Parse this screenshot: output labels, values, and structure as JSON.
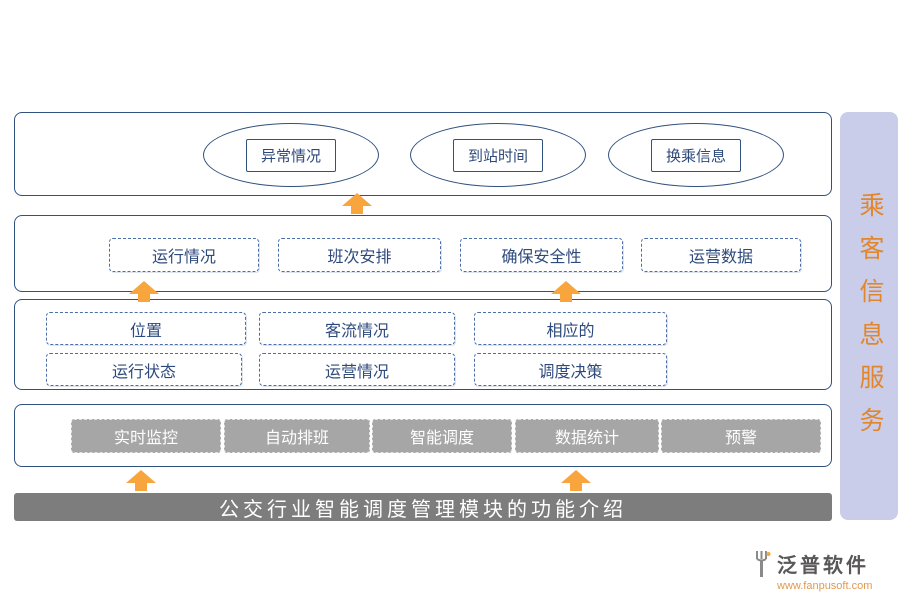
{
  "title_bar": {
    "label": "公交行业智能调度管理模块的功能介绍"
  },
  "sidebar": {
    "label": "乘客信息服务"
  },
  "layers": {
    "info": {
      "items": [
        "异常情况",
        "到站时间",
        "换乘信息"
      ]
    },
    "assurance": {
      "items": [
        "运行情况",
        "班次安排",
        "确保安全性",
        "运营数据"
      ]
    },
    "data": {
      "row1": [
        "位置",
        "客流情况",
        "相应的"
      ],
      "row2": [
        "运行状态",
        "运营情况",
        "调度决策"
      ]
    },
    "functions": {
      "items": [
        "实时监控",
        "自动排班",
        "智能调度",
        "数据统计",
        "预警"
      ]
    }
  },
  "footer": {
    "brand": "泛普软件",
    "url": "www.fanpusoft.com"
  },
  "colors": {
    "accent_orange": "#f8a53e",
    "frame_border": "#31517f",
    "box_text": "#2e4a7d",
    "sidebar_bg": "#c9cde9",
    "sidebar_text": "#e2862c",
    "gray_box_bg": "#a6a6a6",
    "title_bar_bg": "#7d7d7d",
    "brand_text": "#595757",
    "url_text": "#e29a4d"
  }
}
